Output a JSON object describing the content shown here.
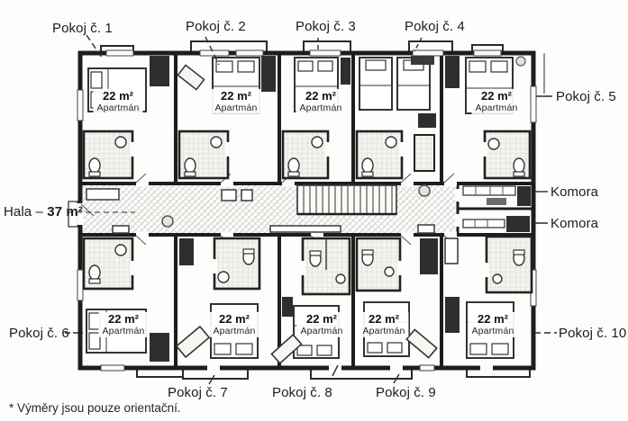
{
  "callouts": {
    "pokoj_1": "Pokoj č. 1",
    "pokoj_2": "Pokoj č. 2",
    "pokoj_3": "Pokoj č. 3",
    "pokoj_4": "Pokoj č. 4",
    "pokoj_5": "Pokoj č. 5",
    "pokoj_6": "Pokoj č. 6",
    "pokoj_7": "Pokoj č. 7",
    "pokoj_8": "Pokoj č. 8",
    "pokoj_9": "Pokoj č. 9",
    "pokoj_10": "Pokoj č. 10",
    "hala_label": "Hala –",
    "hala_area": "37 m²",
    "komora_upper": "Komora",
    "komora_lower": "Komora"
  },
  "unit_labels": [
    {
      "area": "22 m²",
      "name": "Apartmán"
    },
    {
      "area": "22 m²",
      "name": "Apartmán"
    },
    {
      "area": "22 m²",
      "name": "Apartmán"
    },
    {
      "area": "22 m²",
      "name": "Apartmán"
    },
    {
      "area": "22 m²",
      "name": "Apartmán"
    },
    {
      "area": "22 m²",
      "name": "Apartmán"
    },
    {
      "area": "22 m²",
      "name": "Apartmán"
    },
    {
      "area": "22 m²",
      "name": "Apartmán"
    },
    {
      "area": "22 m²",
      "name": "Apartmán"
    }
  ],
  "footnote": "* Výměry jsou pouze orientační.",
  "colors": {
    "ink": "#1d1d1d",
    "paper": "#fdfdfb"
  }
}
